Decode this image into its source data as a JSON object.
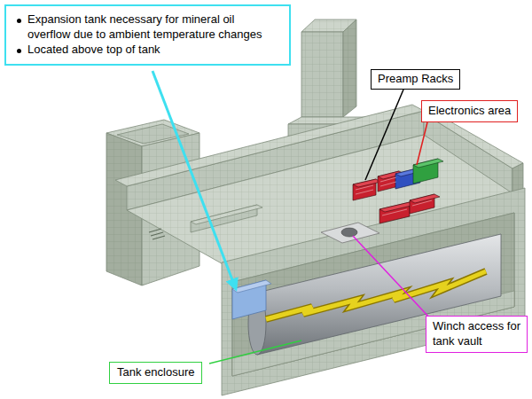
{
  "diagram": {
    "nodes": [
      {
        "text": [
          "Expansion tank necessary for mineral oil overflow due to ambient temperature changes",
          "Located above top of tank"
        ]
      },
      {
        "text": [
          "Preamp Racks"
        ]
      },
      {
        "text": [
          "Electronics area"
        ]
      },
      {
        "text": [
          "Winch access for tank vault"
        ]
      },
      {
        "text": [
          "Tank enclosure"
        ]
      }
    ]
  }
}
